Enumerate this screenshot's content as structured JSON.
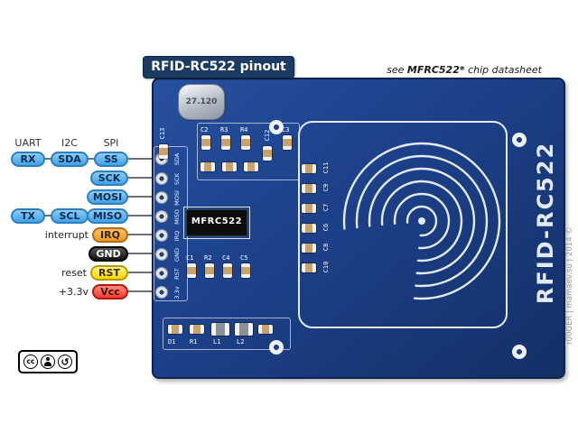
{
  "title": "RFID-RC522 pinout",
  "datasheet_note": {
    "prefix": "see ",
    "chip": "MFRC522*",
    "suffix": " chip datasheet"
  },
  "bus_headers": {
    "uart": "UART",
    "i2c": "I2C",
    "spi": "SPI"
  },
  "pin_labels": {
    "rx": "RX",
    "sda": "SDA",
    "ss": "SS",
    "sck": "SCK",
    "mosi": "MOSI",
    "tx": "TX",
    "scl": "SCL",
    "miso": "MISO",
    "irq": "IRQ",
    "gnd": "GND",
    "rst": "RST",
    "vcc": "Vcc"
  },
  "pin_notes": {
    "interrupt": "interrupt",
    "reset": "reset",
    "power": "+3.3v"
  },
  "board": {
    "name": "RFID-RC522",
    "chip_label": "MFRC522",
    "crystal_label": "27.120",
    "header_pins": [
      "SDA",
      "SCK",
      "MOSI",
      "MISO",
      "IRQ",
      "GND",
      "RST",
      "3.3v"
    ],
    "top_components": [
      "C13",
      "C2",
      "R3",
      "R4",
      "C12",
      "C3"
    ],
    "mid_components": [
      "C1",
      "R2",
      "C4",
      "C5"
    ],
    "column_components": [
      "C11",
      "C9",
      "C7",
      "C6",
      "C8",
      "C10"
    ],
    "bottom_components": [
      "D1",
      "R1",
      "L1",
      "L2"
    ]
  },
  "credit": "r00GER | mamaev.su | 2014 ©",
  "license": {
    "name": "CC BY-SA",
    "cc": "cc",
    "sa": "↺"
  },
  "colors": {
    "pcb": "#1c4089",
    "pill_blue": "#55b1ec",
    "pill_orange": "#f2a23c",
    "pill_black": "#222222",
    "pill_yellow": "#ffe23a",
    "pill_red": "#ff4a3d",
    "title_bg": "#1b3a64",
    "silkscreen": "#e2eaf6"
  }
}
